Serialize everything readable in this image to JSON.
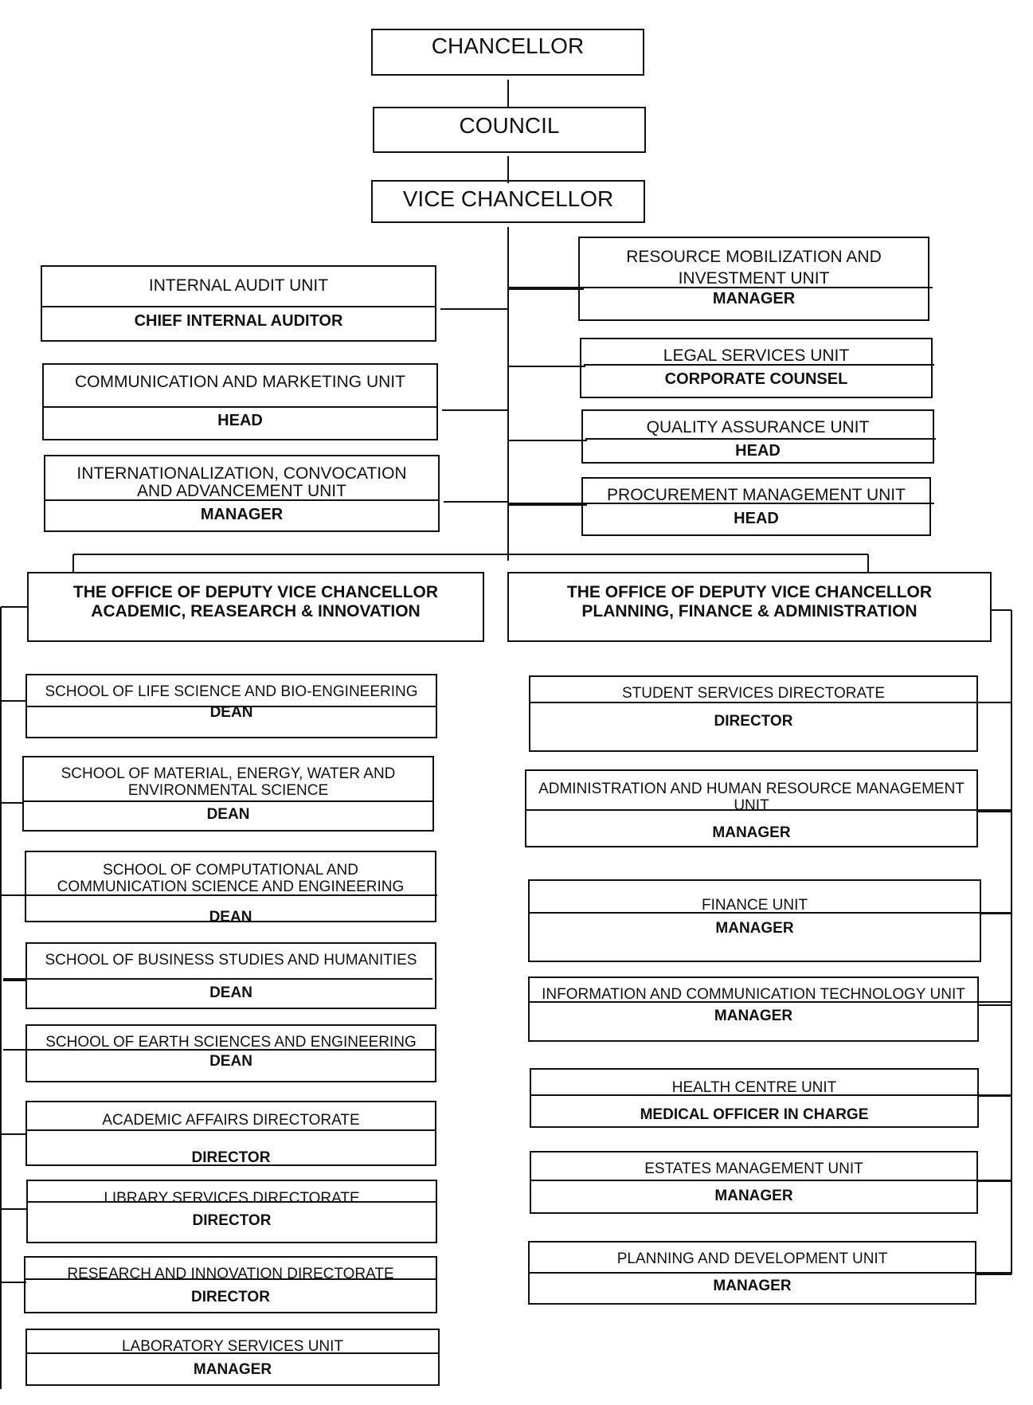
{
  "top": {
    "chancellor": "CHANCELLOR",
    "council": "COUNCIL",
    "vice_chancellor": "VICE CHANCELLOR"
  },
  "left_units": [
    {
      "unit": "INTERNAL AUDIT UNIT",
      "head": "CHIEF INTERNAL AUDITOR"
    },
    {
      "unit": "COMMUNICATION AND MARKETING UNIT",
      "head": "HEAD"
    },
    {
      "unit": "INTERNATIONALIZATION, CONVOCATION\nAND ADVANCEMENT UNIT",
      "head": "MANAGER"
    }
  ],
  "right_units": [
    {
      "unit": "RESOURCE MOBILIZATION AND\nINVESTMENT UNIT",
      "head": "MANAGER"
    },
    {
      "unit": "LEGAL SERVICES UNIT",
      "head": "CORPORATE COUNSEL"
    },
    {
      "unit": "QUALITY ASSURANCE UNIT",
      "head": "HEAD"
    },
    {
      "unit": "PROCUREMENT MANAGEMENT UNIT",
      "head": "HEAD"
    }
  ],
  "dvc_academic": {
    "title": "THE OFFICE OF DEPUTY VICE CHANCELLOR\nACADEMIC, REASEARCH & INNOVATION",
    "units": [
      {
        "unit": "SCHOOL OF LIFE SCIENCE AND BIO-ENGINEERING",
        "head": "DEAN"
      },
      {
        "unit": "SCHOOL OF MATERIAL, ENERGY, WATER AND\nENVIRONMENTAL SCIENCE",
        "head": "DEAN"
      },
      {
        "unit": "SCHOOL OF COMPUTATIONAL AND\nCOMMUNICATION SCIENCE AND ENGINEERING",
        "head": "DEAN"
      },
      {
        "unit": "SCHOOL OF BUSINESS STUDIES AND HUMANITIES",
        "head": "DEAN"
      },
      {
        "unit": "SCHOOL OF EARTH SCIENCES AND ENGINEERING",
        "head": "DEAN"
      },
      {
        "unit": "ACADEMIC AFFAIRS DIRECTORATE",
        "head": "DIRECTOR"
      },
      {
        "unit": "LIBRARY SERVICES DIRECTORATE",
        "head": "DIRECTOR"
      },
      {
        "unit": "RESEARCH AND INNOVATION DIRECTORATE",
        "head": "DIRECTOR"
      },
      {
        "unit": "LABORATORY SERVICES UNIT",
        "head": "MANAGER"
      }
    ]
  },
  "dvc_planning": {
    "title": "THE OFFICE OF DEPUTY VICE CHANCELLOR\nPLANNING, FINANCE & ADMINISTRATION",
    "units": [
      {
        "unit": "STUDENT SERVICES DIRECTORATE",
        "head": "DIRECTOR"
      },
      {
        "unit": "ADMINISTRATION AND HUMAN RESOURCE MANAGEMENT\nUNIT",
        "head": "MANAGER"
      },
      {
        "unit": "FINANCE UNIT",
        "head": "MANAGER"
      },
      {
        "unit": "INFORMATION AND COMMUNICATION TECHNOLOGY UNIT",
        "head": "MANAGER"
      },
      {
        "unit": "HEALTH CENTRE UNIT",
        "head": "MEDICAL OFFICER IN CHARGE"
      },
      {
        "unit": "ESTATES MANAGEMENT UNIT",
        "head": "MANAGER"
      },
      {
        "unit": "PLANNING AND DEVELOPMENT UNIT",
        "head": "MANAGER"
      }
    ]
  }
}
